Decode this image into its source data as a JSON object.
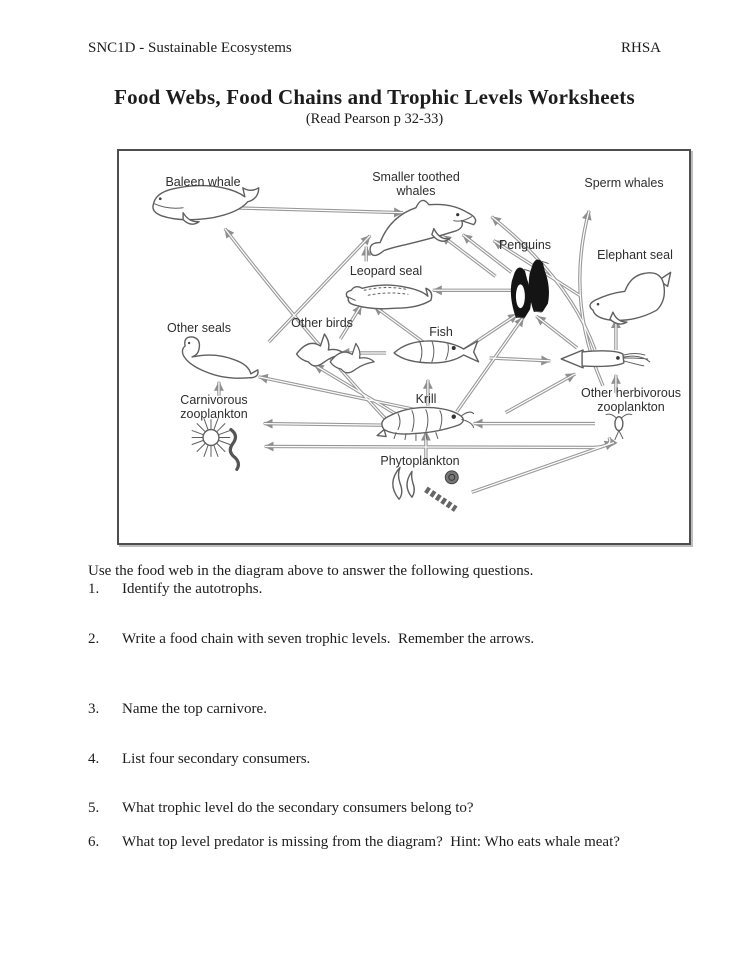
{
  "header": {
    "course": "SNC1D - Sustainable Ecosystems",
    "school": "RHSA"
  },
  "title": "Food Webs, Food Chains and Trophic Levels Worksheets",
  "subtitle": "(Read Pearson p 32-33)",
  "diagram": {
    "labels": {
      "baleen_whale": "Baleen whale",
      "smaller_toothed_whales": "Smaller toothed whales",
      "sperm_whales": "Sperm whales",
      "penguins": "Penguins",
      "elephant_seal": "Elephant seal",
      "leopard_seal": "Leopard seal",
      "other_seals": "Other seals",
      "other_birds": "Other birds",
      "fish": "Fish",
      "krill": "Krill",
      "carnivorous_zooplankton": "Carnivorous zooplankton",
      "other_herbivorous_zooplankton": "Other herbivorous zooplankton",
      "phytoplankton": "Phytoplankton"
    },
    "colors": {
      "arrow": "#979797",
      "animal_stroke": "#5f5f5f",
      "penguin_fill": "#141414"
    }
  },
  "instructions": "Use the food web in the diagram above to answer the following questions.",
  "questions": [
    {
      "number": "1.",
      "text": "Identify the autotrophs."
    },
    {
      "number": "2.",
      "text": "Write a food chain with seven trophic levels.  Remember the arrows."
    },
    {
      "number": "3.",
      "text": "Name the top carnivore."
    },
    {
      "number": "4.",
      "text": "List four secondary consumers."
    },
    {
      "number": "5.",
      "text": "What trophic level do the secondary consumers belong to?"
    },
    {
      "number": "6.",
      "text": "What top level predator is missing from the diagram?  Hint: Who eats whale meat?"
    }
  ]
}
